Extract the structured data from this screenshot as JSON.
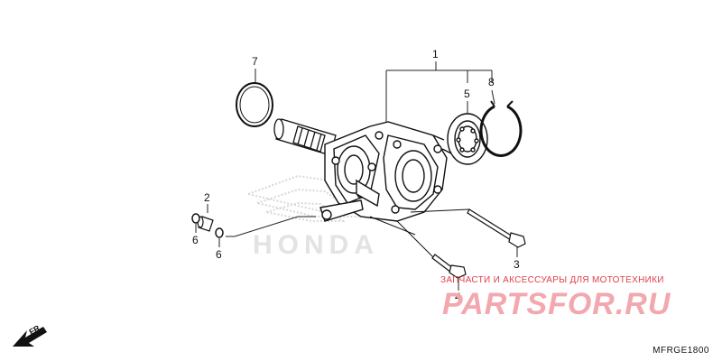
{
  "callouts": {
    "c1": "1",
    "c2": "2",
    "c3": "3",
    "c4": "4",
    "c5": "5",
    "c6a": "6",
    "c6b": "6",
    "c7": "7",
    "c8": "8"
  },
  "drawing_code": "MFRGE1800",
  "front_indicator": "FR.",
  "watermark_text": "HONDA",
  "shop": {
    "tagline": "ЗАПЧАСТИ И АКСЕССУАРЫ ДЛЯ МОТОТЕХНИКИ",
    "logo": "PARTSFOR.RU",
    "logo_color": "#f2a8ae",
    "tagline_color": "#e0404a"
  }
}
